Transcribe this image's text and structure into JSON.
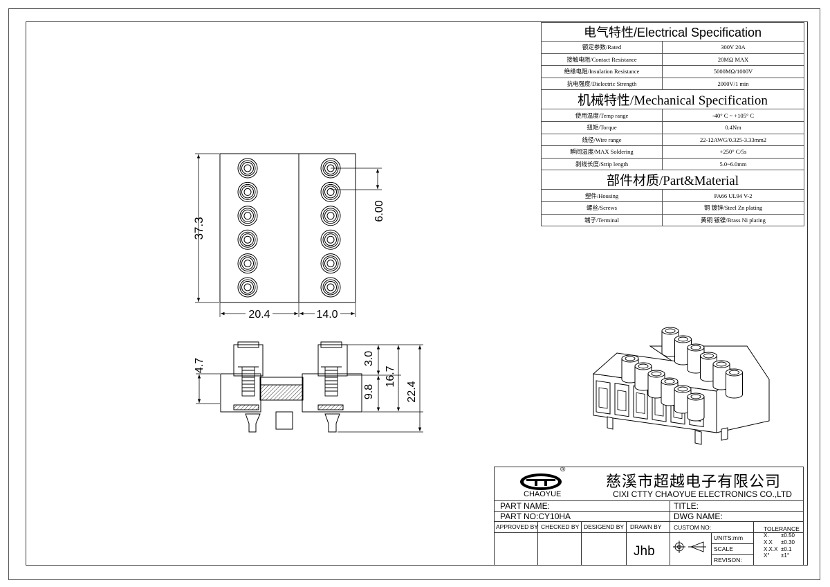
{
  "electrical": {
    "title": "电气特性/Electrical Specification",
    "rows": [
      {
        "label": "额定参数/Rated",
        "value": "300V  20A"
      },
      {
        "label": "接触电阻/Contact Resistance",
        "value": "20MΩ MAX"
      },
      {
        "label": "绝缘电阻/Insulation Resistance",
        "value": "5000MΩ/1000V"
      },
      {
        "label": "抗电强度/Dielectric Strength",
        "value": "2000V/1 min"
      }
    ]
  },
  "mechanical": {
    "title": "机械特性/Mechanical Specification",
    "rows": [
      {
        "label": "使用温度/Temp range",
        "value": "-40° C ~ +105° C"
      },
      {
        "label": "扭矩/Torque",
        "value": "0.4Nm"
      },
      {
        "label": "线径/Wire range",
        "value": "22-12AWG/0.325-3.33mm2"
      },
      {
        "label": "瞬间温度/MAX Soldering",
        "value": "+250° C/5s"
      },
      {
        "label": "剥线长度/Strip length",
        "value": "5.0~6.0mm"
      }
    ]
  },
  "material": {
    "title": "部件材质/Part&Material",
    "rows": [
      {
        "label": "塑件/Housing",
        "value": "PA66 UL94 V-2"
      },
      {
        "label": "螺丝/Screws",
        "value": "钢 镀锌/Steel Zn plating"
      },
      {
        "label": "端子/Terminal",
        "value": "黄铜 镀镍/Brass Ni  plating"
      }
    ]
  },
  "dimensions": {
    "height_total": "37.3",
    "width_left": "20.4",
    "width_right": "14.0",
    "pitch": "6.00",
    "side_a": "4.7",
    "side_b": "3.0",
    "side_c": "9.8",
    "side_d": "16.7",
    "side_e": "22.4"
  },
  "title_block": {
    "logo_text": "CHAOYUE",
    "registered_mark": "®",
    "company_cn": "慈溪市超越电子有限公司",
    "company_en": "CIXI CTTY CHAOYUE ELECTRONICS CO.,LTD",
    "part_name": "PART NAME:",
    "part_no": "PART NO:CY10HA",
    "title": "TITLE:",
    "dwg_name": "DWG NAME:",
    "approved_by": "APPROVED BY",
    "checked_by": "CHECKED BY",
    "designed_by": "DESIGEND BY",
    "drawn_by": "DRAWN BY",
    "drawer": "Jhb",
    "custom_no": "CUSTOM NO:",
    "units": "UNITS:mm",
    "scale": "SCALE",
    "revision": "REVISON:",
    "tolerance_title": "TOLERANCE",
    "tolerance": [
      {
        "k": "X.",
        "v": "±0.50"
      },
      {
        "k": "X.X",
        "v": "±0.30"
      },
      {
        "k": "X.X.X",
        "v": "±0.1"
      },
      {
        "k": "X°",
        "v": "±1°"
      }
    ]
  }
}
